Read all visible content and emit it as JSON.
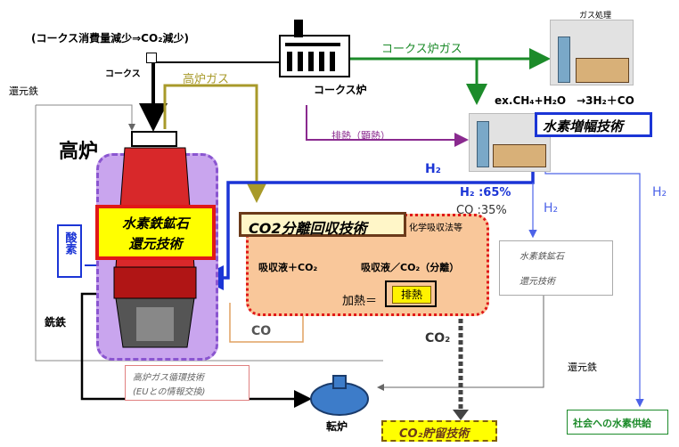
{
  "top_note": "(コークス消費量減少⇒CO₂減少)",
  "coke_label": "コークス",
  "blast_furnace_gas_label": "高炉ガス",
  "reduced_iron_label": "還元鉄",
  "coke_oven_label": "コークス炉",
  "coke_oven_gas_label": "コークス炉ガス",
  "gas_processing_label": "ガス処理",
  "exhaust_heat_label": "排熱（顕熱）",
  "reaction_formula": "ex.CH₄+H₂O　→3H₂＋CO",
  "hydrogen_amplification_label": "水素増幅技術",
  "h2_label": "H₂",
  "h2_pct_label": "H₂ :65%",
  "co_pct_label": "CO :35%",
  "blast_furnace_label": "高炉",
  "ore_reduction_label_1": "水素鉄鉱石",
  "ore_reduction_label_2": "還元技術",
  "oxygen_label": "酸素",
  "pig_iron_label": "銑鉄",
  "co2_capture_label": "CO2分離回収技術",
  "chem_absorption_label": "化学吸収法等",
  "absorbent_reaction_left": "吸収液＋CO₂",
  "absorbent_reaction_right": "吸収液／CO₂（分離）",
  "heating_label": "加熱＝",
  "exhaust_heat_box": "排熱",
  "co_label": "CO",
  "co2_label": "CO₂",
  "h2_ore_reduction_1": "水素鉄鉱石",
  "h2_ore_reduction_2": "還元技術",
  "reduced_iron_label_2": "還元鉄",
  "hydrogen_supply_label": "社会への水素供給",
  "bf_gas_circulation_1": "高炉ガス循環技術",
  "bf_gas_circulation_2": "(EUとの情報交換)",
  "converter_label": "転炉",
  "co2_storage_label": "CO₂貯留技術",
  "colors": {
    "blue": "#1b35d6",
    "green": "#1c8b2a",
    "olive": "#a89a2a",
    "purple": "#8a2a8f",
    "red": "#e01818",
    "furnace_red": "#d8282a",
    "purple_halo": "#b07ce0",
    "orange_bg": "#f9c79a",
    "yellow": "#ffff00"
  }
}
